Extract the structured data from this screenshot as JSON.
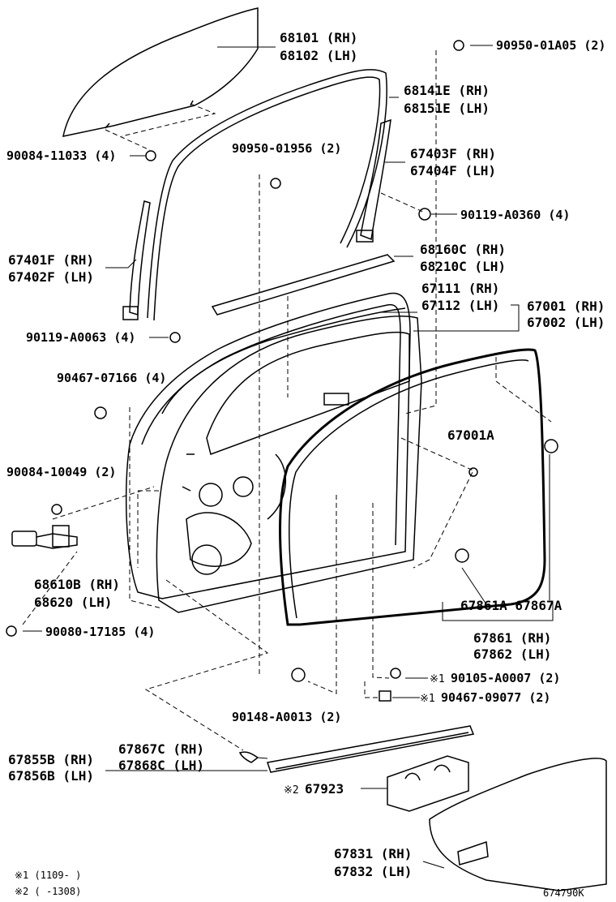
{
  "labels": [
    {
      "id": "glass",
      "lines": [
        "68101 (RH)",
        "68102 (LH)"
      ]
    },
    {
      "id": "run-channel",
      "lines": [
        "68141E (RH)",
        "68151E (LH)"
      ]
    },
    {
      "id": "rear-sash",
      "lines": [
        "67403F (RH)",
        "67404F (LH)"
      ]
    },
    {
      "id": "front-sash",
      "lines": [
        "67401F (RH)",
        "67402F (LH)"
      ]
    },
    {
      "id": "belt-moulding",
      "lines": [
        "68160C (RH)",
        "68210C (LH)"
      ]
    },
    {
      "id": "door-panel",
      "lines": [
        "67111 (RH)",
        "67112 (LH)"
      ]
    },
    {
      "id": "door-assy",
      "lines": [
        "67001 (RH)",
        "67002 (LH)"
      ]
    },
    {
      "id": "door-check",
      "lines": [
        "68610B (RH)",
        "68620 (LH)"
      ]
    },
    {
      "id": "weatherstrip",
      "lines": [
        "67861 (RH)",
        "67862 (LH)"
      ]
    },
    {
      "id": "lower-protector",
      "lines": [
        "67867C (RH)",
        "67868C (LH)"
      ]
    },
    {
      "id": "lower-moulding",
      "lines": [
        "67855B (RH)",
        "67856B (LH)"
      ]
    },
    {
      "id": "trim-board",
      "lines": [
        "67831 (RH)",
        "67832 (LH)"
      ]
    }
  ],
  "single_labels": {
    "bolt_top": "90950-01A05 (2)",
    "bolt_glass": "90084-11033 (4)",
    "grommet": "90950-01956 (2)",
    "screw_rear": "90119-A0360 (4)",
    "screw_front": "90119-A0063 (4)",
    "clip_upper": "90467-07166 (4)",
    "bolt_check": "90084-10049 (2)",
    "plug": "67001A",
    "clips_ws": "67861A 67867A",
    "bolt_hinge": "90080-17185 (4)",
    "screw_note1": "90105-A0007 (2)",
    "clip_note1": "90467-09077 (2)",
    "nut_lower": "90148-A0013 (2)",
    "armrest": "67923"
  },
  "marks": {
    "note1_mark": "※1",
    "note2_mark": "※2"
  },
  "footnotes": {
    "note1": "※1 (1109-       )",
    "note2": "※2 (       -1308)"
  },
  "reference": "674790K"
}
